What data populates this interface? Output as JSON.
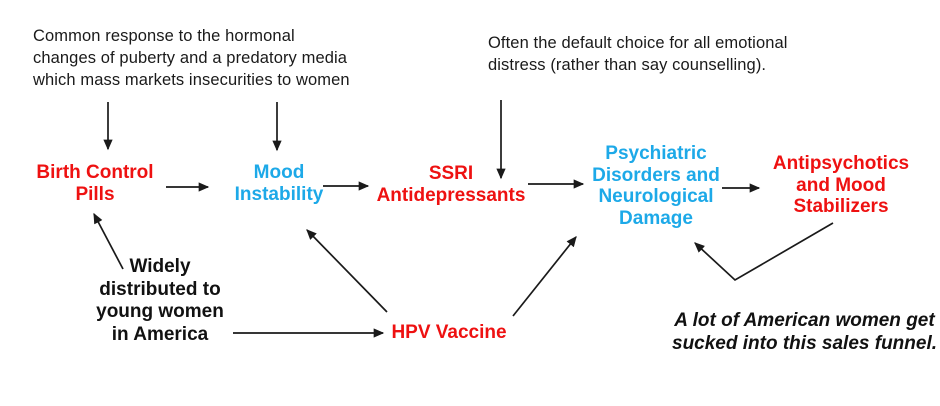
{
  "colors": {
    "red": "#ee1111",
    "blue": "#1da9e8",
    "black": "#1a1a1a"
  },
  "annotations": {
    "puberty_note": {
      "lines": [
        "Common response to the hormonal",
        "changes of puberty and a predatory media",
        "which mass markets insecurities to women"
      ]
    },
    "default_choice_note": {
      "lines": [
        "Often the default choice for all emotional",
        "distress (rather than say counselling)."
      ]
    },
    "distribution_note": {
      "lines": [
        "Widely",
        "distributed to",
        "young women",
        "in America"
      ]
    },
    "sales_funnel_note": {
      "lines": [
        "A lot of American women get",
        "sucked into this sales funnel."
      ]
    }
  },
  "nodes": {
    "birth_control": {
      "lines": [
        "Birth Control",
        "Pills"
      ],
      "color": "red"
    },
    "mood_instability": {
      "lines": [
        "Mood",
        "Instability"
      ],
      "color": "blue"
    },
    "ssri": {
      "lines": [
        "SSRI",
        "Antidepressants"
      ],
      "color": "red"
    },
    "psychiatric": {
      "lines": [
        "Psychiatric",
        "Disorders and",
        "Neurological",
        "Damage"
      ],
      "color": "blue"
    },
    "antipsychotics": {
      "lines": [
        "Antipsychotics",
        "and Mood",
        "Stabilizers"
      ],
      "color": "red"
    },
    "hpv": {
      "lines": [
        "HPV Vaccine"
      ],
      "color": "red"
    }
  },
  "edges": [
    {
      "from": "puberty-note",
      "to": "birth-control-pills"
    },
    {
      "from": "puberty-note",
      "to": "mood-instability"
    },
    {
      "from": "default-choice-note",
      "to": "ssri-antidepressants"
    },
    {
      "from": "birth-control-pills",
      "to": "mood-instability"
    },
    {
      "from": "mood-instability",
      "to": "ssri-antidepressants"
    },
    {
      "from": "ssri-antidepressants",
      "to": "psychiatric-disorders"
    },
    {
      "from": "psychiatric-disorders",
      "to": "antipsychotics-mood-stabilizers"
    },
    {
      "from": "distribution-note",
      "to": "birth-control-pills"
    },
    {
      "from": "distribution-note",
      "to": "hpv-vaccine"
    },
    {
      "from": "hpv-vaccine",
      "to": "mood-instability"
    },
    {
      "from": "hpv-vaccine",
      "to": "psychiatric-disorders"
    },
    {
      "from": "antipsychotics-mood-stabilizers",
      "to": "psychiatric-disorders"
    }
  ]
}
